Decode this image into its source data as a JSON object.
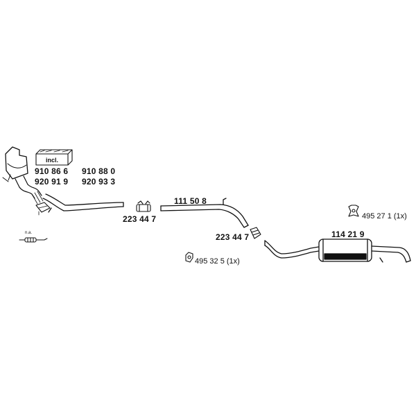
{
  "colors": {
    "ink": "#111111",
    "background": "#ffffff"
  },
  "kit": {
    "label": "incl."
  },
  "na": {
    "label": "n.a."
  },
  "parts": {
    "cat_a1": "910 86 6",
    "cat_a2": "920 91 9",
    "cat_b1": "910 88 0",
    "cat_b2": "920 93 3",
    "clamp_front": "223 44 7",
    "mid_pipe": "111 50 8",
    "clamp_rear": "223 44 7",
    "rear_silencer": "114 21 9",
    "hanger_rear": "495 27 1 (1x)",
    "hanger_mid": "495 32 5 (1x)"
  }
}
